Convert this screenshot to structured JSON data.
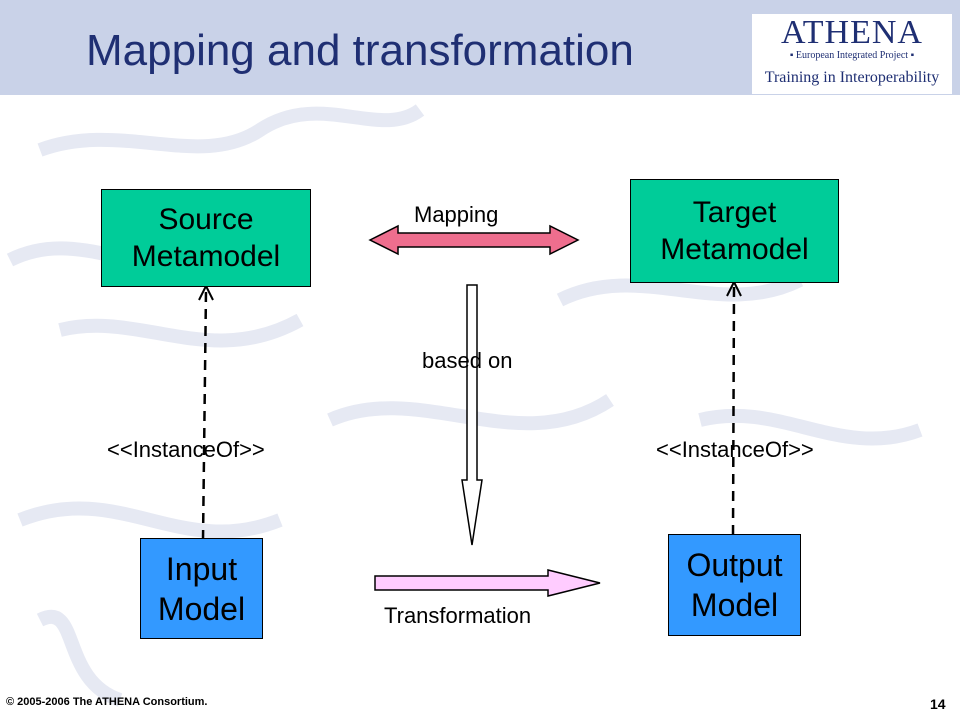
{
  "slide": {
    "title": "Mapping and transformation",
    "footer": "© 2005-2006 The ATHENA Consortium.",
    "page_number": "14"
  },
  "logo": {
    "name": "ATHENA",
    "subtitle": "▪ European Integrated Project ▪",
    "tagline": "Training in Interoperability"
  },
  "nodes": {
    "source_metamodel": {
      "line1": "Source",
      "line2": "Metamodel"
    },
    "target_metamodel": {
      "line1": "Target",
      "line2": "Metamodel"
    },
    "input_model": {
      "line1": "Input",
      "line2": "Model"
    },
    "output_model": {
      "line1": "Output",
      "line2": "Model"
    }
  },
  "edges": {
    "mapping_label": "Mapping",
    "based_on_label": "based on",
    "transformation_label": "Transformation",
    "instanceof_left_label": "<<InstanceOf>>",
    "instanceof_right_label": "<<InstanceOf>>"
  },
  "colors": {
    "metamodel_box": "#00cc99",
    "model_box": "#3399ff",
    "mapping_arrow": "#ee6e8e",
    "transformation_arrow": "#ffccff",
    "title_text": "#1f2f73",
    "header_band": "#c9d2e8"
  }
}
